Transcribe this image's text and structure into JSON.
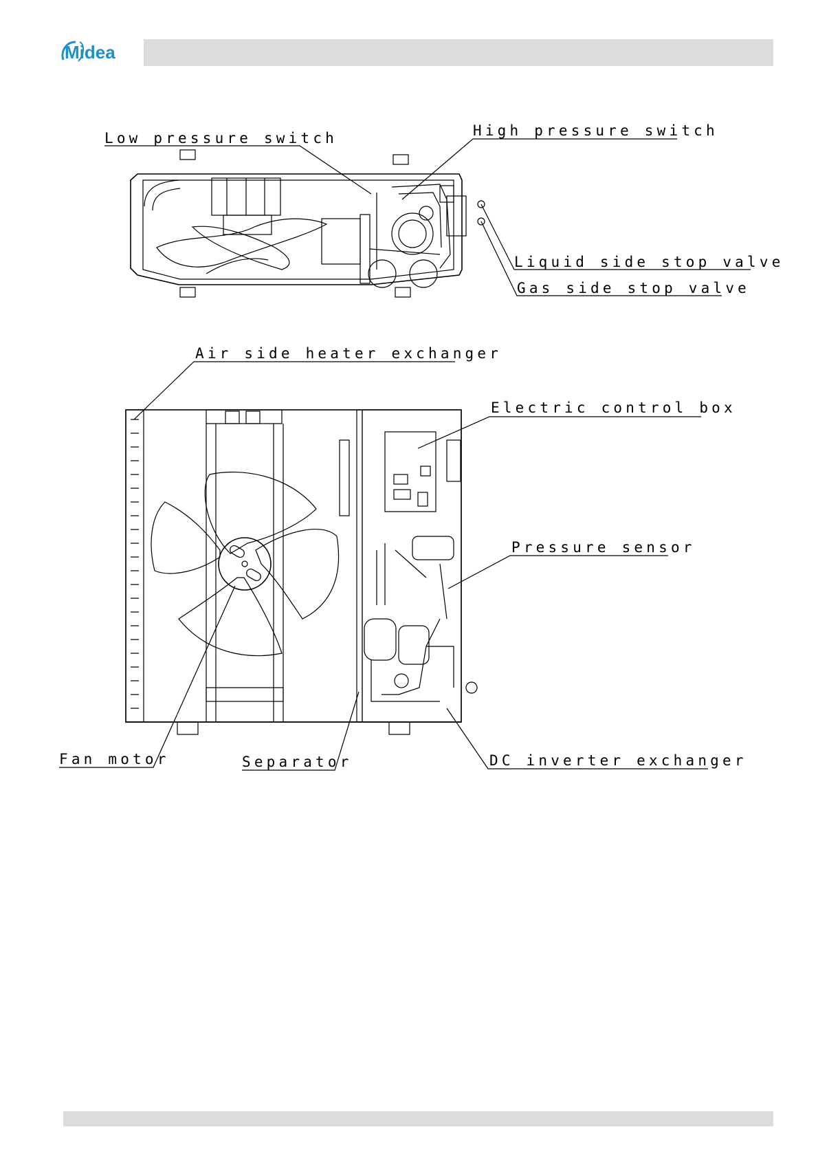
{
  "header": {
    "brand": "Midea",
    "brand_color": "#1f8fc9",
    "bar_color": "#dcdcdc"
  },
  "footer": {
    "bar_color": "#dcdcdc"
  },
  "top_view": {
    "labels": {
      "low_pressure_switch": "Low pressure switch",
      "high_pressure_switch": "High pressure switch",
      "liquid_side_stop_valve": "Liquid side stop valve",
      "gas_side_stop_valve": "Gas side stop valve"
    }
  },
  "front_view": {
    "labels": {
      "air_side_heater_exchanger": "Air side heater exchanger",
      "electric_control_box": "Electric control box",
      "pressure_sensor": "Pressure sensor",
      "fan_motor": "Fan motor",
      "separator": "Separator",
      "dc_inverter_exchanger": "DC inverter exchanger"
    }
  }
}
